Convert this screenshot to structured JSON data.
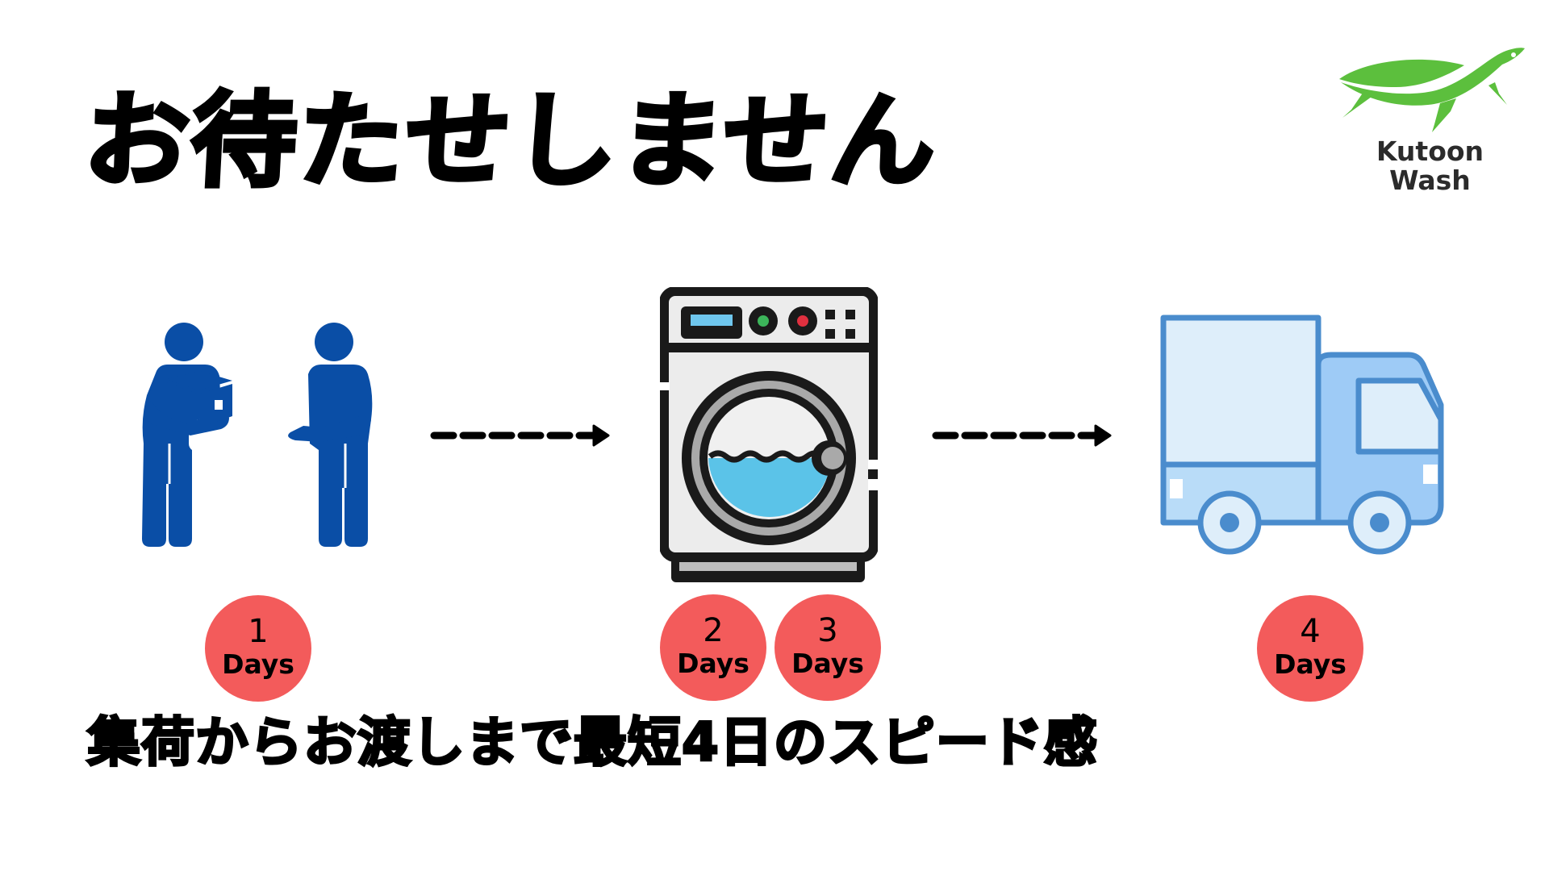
{
  "title": "お待たせしません",
  "subtitle": "集荷からお渡しまで最短4日のスピード感",
  "logo": {
    "icon": "turtle-icon",
    "line1": "Kutoon",
    "line2": "Wash",
    "color": "#5cbf3d"
  },
  "steps": [
    {
      "icon": "package-handover-icon",
      "color": "#0a4ea6"
    },
    {
      "icon": "washing-machine-icon",
      "color": "#1a1a1a"
    },
    {
      "icon": "delivery-truck-icon",
      "color": "#4a8ccd"
    }
  ],
  "arrows": [
    "dashed-arrow-right-icon",
    "dashed-arrow-right-icon"
  ],
  "badges": [
    {
      "num": "1",
      "unit": "Days"
    },
    {
      "num": "2",
      "unit": "Days"
    },
    {
      "num": "3",
      "unit": "Days"
    },
    {
      "num": "4",
      "unit": "Days"
    }
  ],
  "colors": {
    "badge": "#f35b5b",
    "text": "#000000",
    "background": "#ffffff"
  }
}
